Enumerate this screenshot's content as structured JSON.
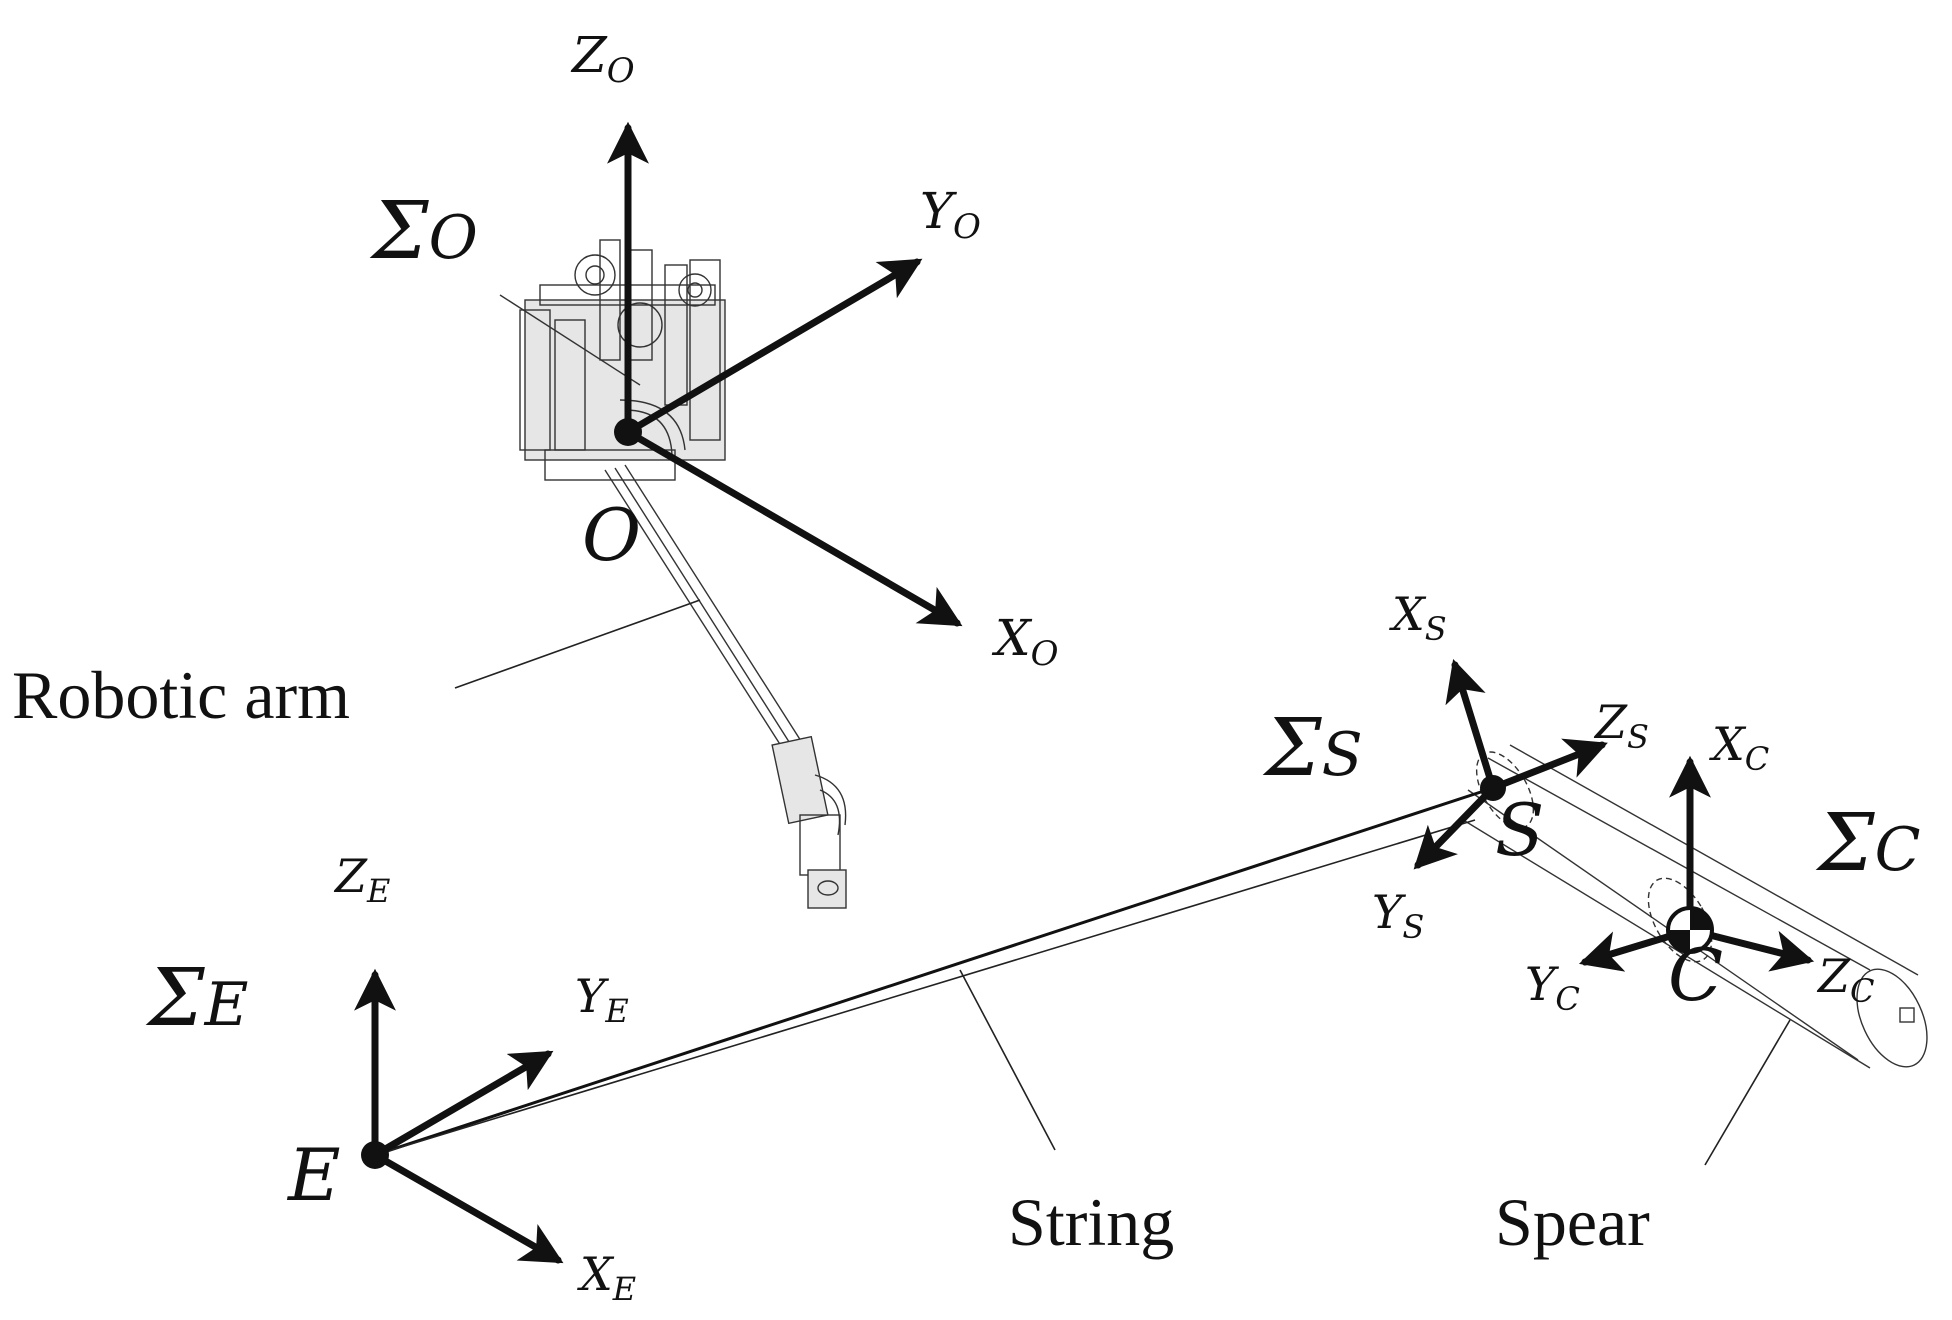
{
  "frames": {
    "O": {
      "sigma": "Σ",
      "sub": "O",
      "origin": "O",
      "x_axis": "X",
      "y_axis": "Y",
      "z_axis": "Z",
      "axis_sub": "O"
    },
    "E": {
      "sigma": "Σ",
      "sub": "E",
      "origin": "E",
      "x_axis": "X",
      "y_axis": "Y",
      "z_axis": "Z",
      "axis_sub": "E"
    },
    "S": {
      "sigma": "Σ",
      "sub": "S",
      "origin": "S",
      "x_axis": "X",
      "y_axis": "Y",
      "z_axis": "Z",
      "axis_sub": "S"
    },
    "C": {
      "sigma": "Σ",
      "sub": "C",
      "origin": "C",
      "x_axis": "X",
      "y_axis": "Y",
      "z_axis": "Z",
      "axis_sub": "C"
    }
  },
  "labels": {
    "robotic_arm": "Robotic arm",
    "string": "String",
    "spear": "Spear"
  },
  "colors": {
    "ink": "#111111",
    "background": "#ffffff"
  }
}
